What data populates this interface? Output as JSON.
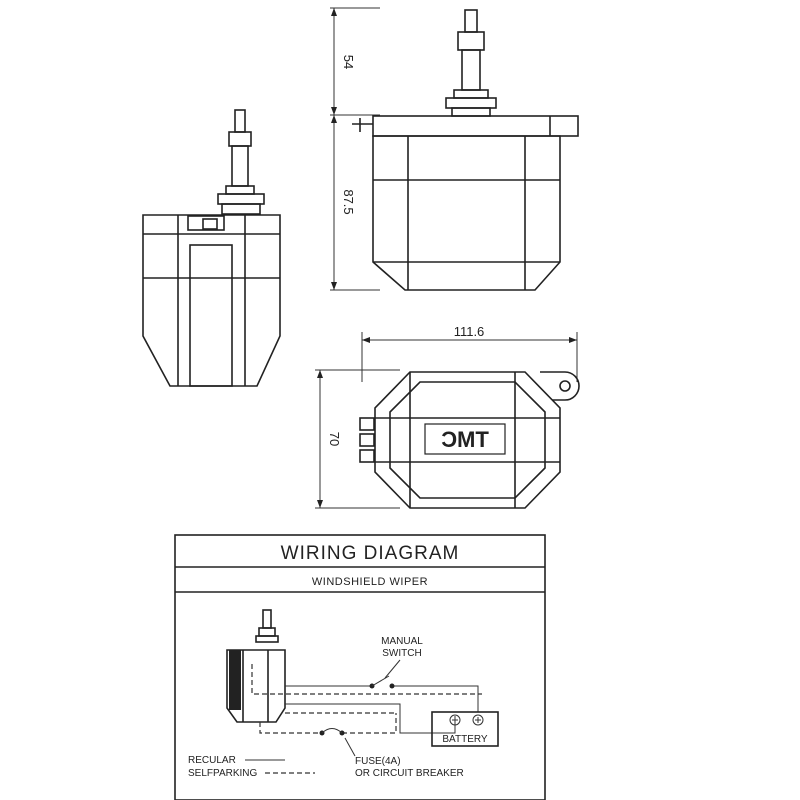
{
  "dimensions": {
    "shaft_height": "54",
    "body_height": "87.5",
    "width": "111.6",
    "depth": "70"
  },
  "logo_text": "TMC",
  "wiring": {
    "title": "WIRING DIAGRAM",
    "subtitle": "WINDSHIELD WIPER",
    "manual_switch_line1": "MANUAL",
    "manual_switch_line2": "SWITCH",
    "battery_label": "BATTERY",
    "fuse_line1": "FUSE(4A)",
    "fuse_line2": "OR CIRCUIT BREAKER",
    "legend_regular": "RECULAR",
    "legend_selfparking": "SELFPARKING"
  },
  "colors": {
    "line": "#222222",
    "background": "#ffffff"
  }
}
